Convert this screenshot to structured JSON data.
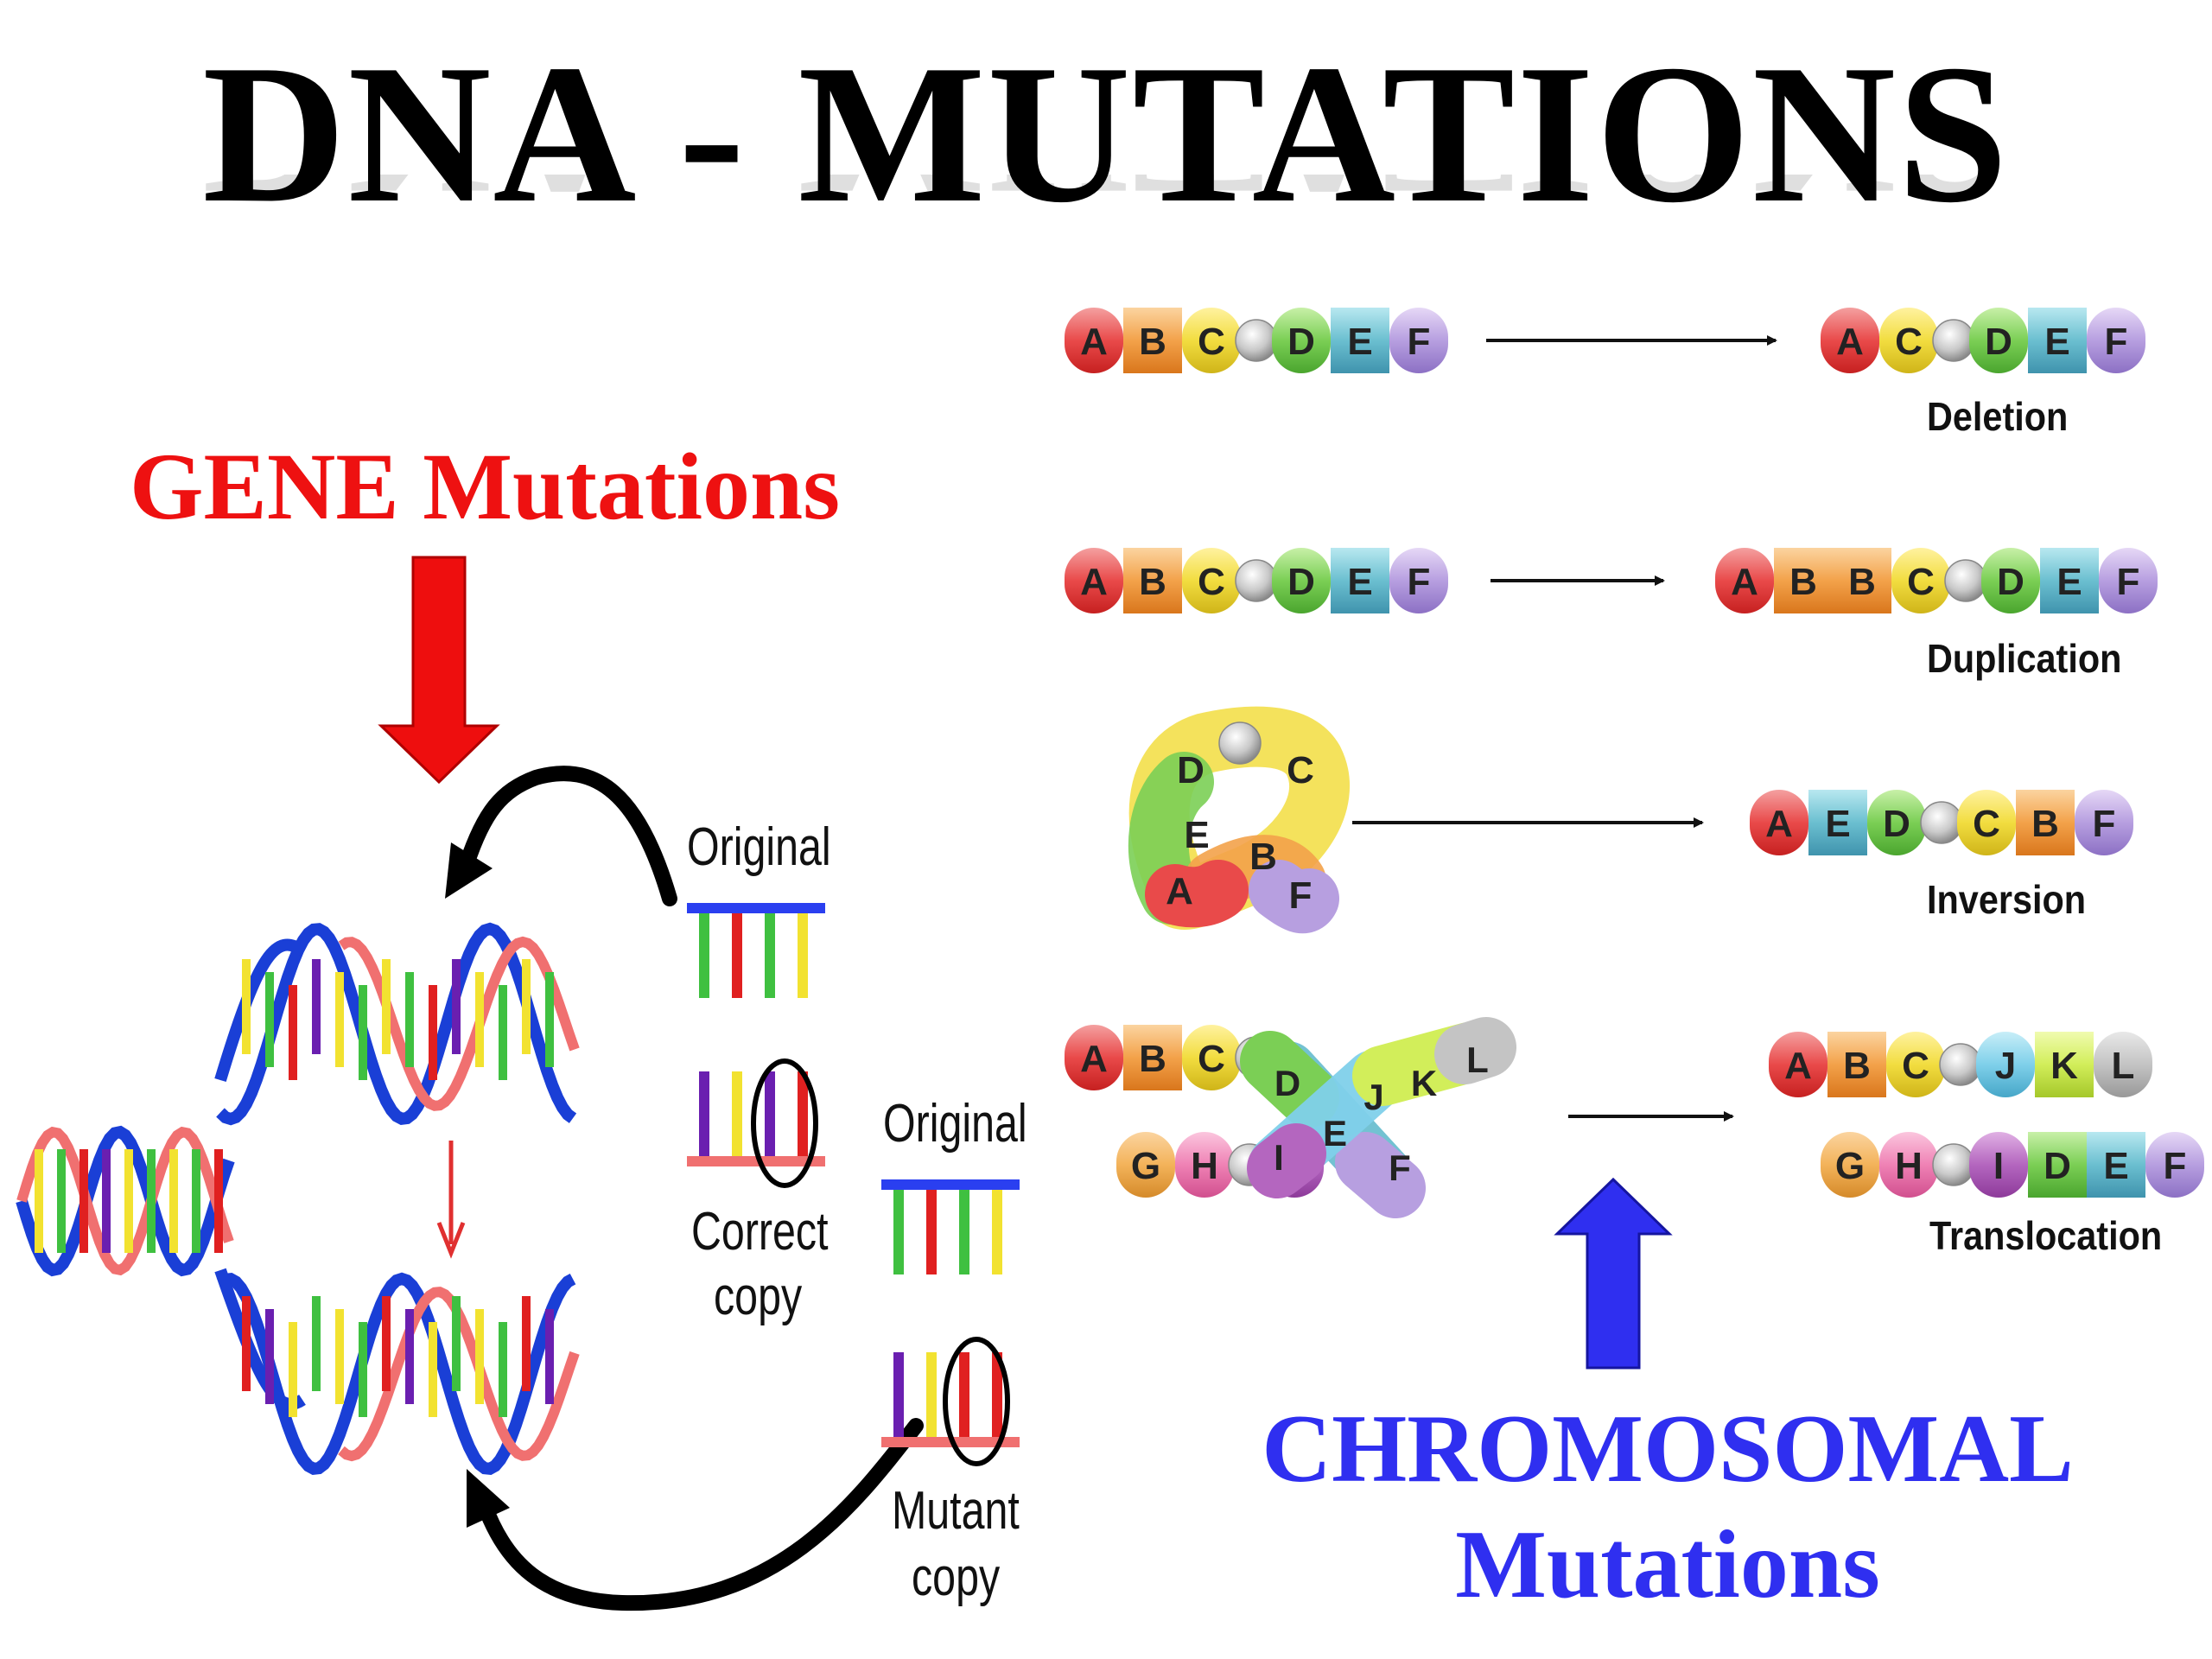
{
  "title": "DNA - MUTATIONS",
  "gene": {
    "heading": "GENE Mutations",
    "labels": {
      "original_top": "Original",
      "correct_line1": "Correct",
      "correct_line2": "copy",
      "original_right": "Original",
      "mutant_line1": "Mutant",
      "mutant_line2": "copy"
    }
  },
  "chromosomal": {
    "heading_line1": "CHROMOSOMAL",
    "heading_line2": "Mutations",
    "rows": [
      {
        "before": [
          "A",
          "B",
          "C",
          "o",
          "D",
          "E",
          "F"
        ],
        "after": [
          "A",
          "C",
          "o",
          "D",
          "E",
          "F"
        ],
        "label": "Deletion"
      },
      {
        "before": [
          "A",
          "B",
          "C",
          "o",
          "D",
          "E",
          "F"
        ],
        "after": [
          "A",
          "B",
          "B",
          "C",
          "o",
          "D",
          "E",
          "F"
        ],
        "label": "Duplication"
      },
      {
        "before_loop": [
          "A",
          "E",
          "D",
          "C",
          "B",
          "F"
        ],
        "after": [
          "A",
          "E",
          "D",
          "o",
          "C",
          "B",
          "F"
        ],
        "label": "Inversion"
      },
      {
        "before_a": [
          "A",
          "B",
          "C",
          "o",
          "D",
          "E",
          "F"
        ],
        "before_b": [
          "G",
          "H",
          "o",
          "I",
          "J",
          "K",
          "L"
        ],
        "after_a": [
          "A",
          "B",
          "C",
          "o",
          "J",
          "K",
          "L"
        ],
        "after_b": [
          "G",
          "H",
          "o",
          "I",
          "D",
          "E",
          "F"
        ],
        "label": "Translocation"
      }
    ]
  },
  "colors": {
    "gene_red": "#ee1111",
    "chrom_blue": "#2f2ff0",
    "helix_blue": "#1a3fd6",
    "helix_pink": "#f07070"
  }
}
